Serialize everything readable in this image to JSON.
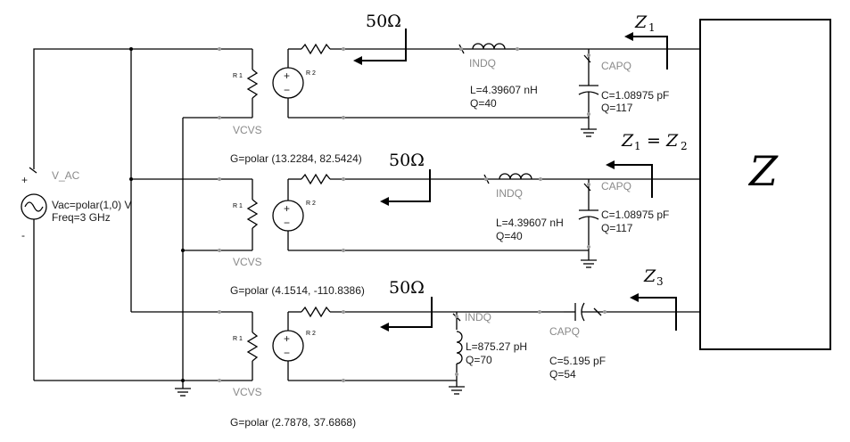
{
  "source": {
    "name": "V_AC",
    "vac": "Vac=polar(1,0) V",
    "freq": "Freq=3 GHz",
    "plus": "+",
    "minus": "-"
  },
  "stages": [
    {
      "r1": "R 1",
      "r2": "R 2",
      "vcvs": "VCVS",
      "gain": "G=polar (13.2284, 82.5424)",
      "ohm": "50Ω",
      "ind_name": "INDQ",
      "ind_l": "L=4.39607 nH",
      "ind_q": "Q=40",
      "cap_name": "CAPQ",
      "cap_c": "C=1.08975 pF",
      "cap_q": "Q=117",
      "z_main": "Z",
      "z_sub": "1",
      "z_eq": "",
      "z_eq_sub": ""
    },
    {
      "r1": "R 1",
      "r2": "R 2",
      "vcvs": "VCVS",
      "gain": "G=polar (4.1514, -110.8386)",
      "ohm": "50Ω",
      "ind_name": "INDQ",
      "ind_l": "L=4.39607 nH",
      "ind_q": "Q=40",
      "cap_name": "CAPQ",
      "cap_c": "C=1.08975 pF",
      "cap_q": "Q=117",
      "z_main": "Z",
      "z_sub": "1",
      "z_eq": "= Z",
      "z_eq_sub": "2"
    },
    {
      "r1": "R 1",
      "r2": "R 2",
      "vcvs": "VCVS",
      "gain": "G=polar (2.7878, 37.6868)",
      "ohm": "50Ω",
      "ind_name": "INDQ",
      "ind_l": "L=875.27 pH",
      "ind_q": "Q=70",
      "cap_name": "CAPQ",
      "cap_c": "C=5.195 pF",
      "cap_q": "Q=54",
      "z_main": "Z",
      "z_sub": "3",
      "z_eq": "",
      "z_eq_sub": ""
    }
  ],
  "load": {
    "label": "Z"
  },
  "vsrc_symbols": {
    "plus": "+",
    "minus": "−"
  }
}
